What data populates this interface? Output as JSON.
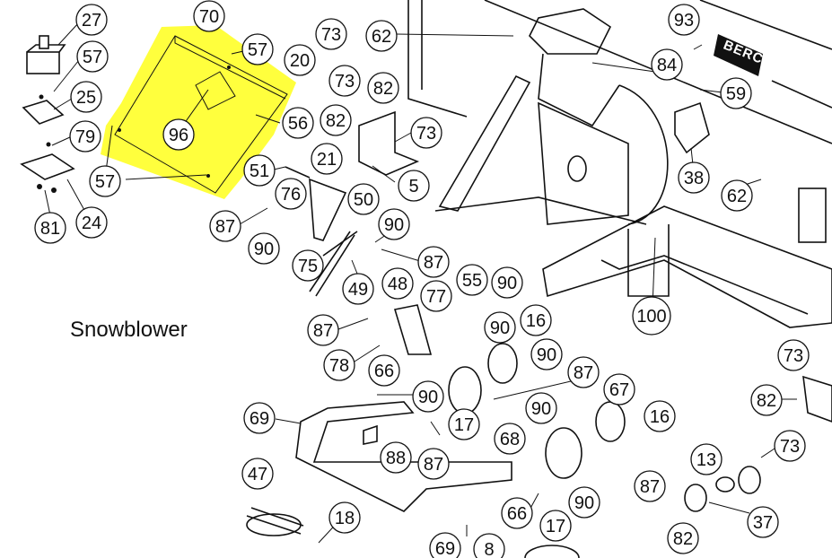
{
  "diagram": {
    "heading": "Snowblower",
    "brand_plate": "BERCO",
    "highlight_color": "#ffff33",
    "highlighted_part": "56",
    "callouts": [
      "27",
      "57",
      "25",
      "79",
      "81",
      "24",
      "57",
      "70",
      "20",
      "73",
      "57",
      "56",
      "96",
      "62",
      "93",
      "84",
      "59",
      "73",
      "82",
      "73",
      "82",
      "5",
      "38",
      "62",
      "51",
      "21",
      "87",
      "76",
      "90",
      "50",
      "90",
      "87",
      "75",
      "49",
      "87",
      "48",
      "77",
      "55",
      "90",
      "90",
      "16",
      "78",
      "90",
      "66",
      "90",
      "87",
      "17",
      "67",
      "100",
      "73",
      "82",
      "69",
      "68",
      "90",
      "16",
      "88",
      "87",
      "47",
      "90",
      "87",
      "66",
      "17",
      "18",
      "69",
      "8",
      "13",
      "73",
      "37",
      "82"
    ]
  }
}
